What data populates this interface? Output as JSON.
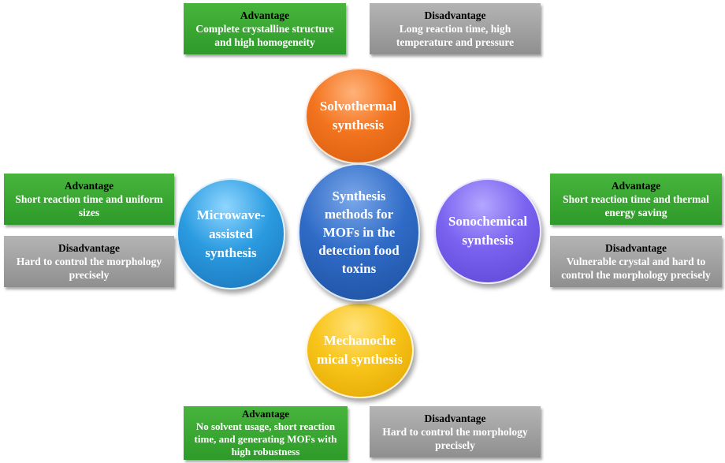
{
  "center": {
    "label": "Synthesis methods for MOFs in the detection food toxins"
  },
  "methods": {
    "solvothermal": {
      "label": "Solvothermal synthesis",
      "advantage": {
        "head": "Advantage",
        "text": "Complete crystalline structure and high homogeneity"
      },
      "disadvantage": {
        "head": "Disadvantage",
        "text": "Long reaction time, high temperature and pressure"
      }
    },
    "microwave": {
      "label": "Microwave-assisted synthesis",
      "advantage": {
        "head": "Advantage",
        "text": "Short reaction time and uniform sizes"
      },
      "disadvantage": {
        "head": "Disadvantage",
        "text": "Hard to control the morphology precisely"
      }
    },
    "sonochemical": {
      "label": "Sonochemical synthesis",
      "advantage": {
        "head": "Advantage",
        "text": "Short reaction time and thermal energy saving"
      },
      "disadvantage": {
        "head": "Disadvantage",
        "text": "Vulnerable crystal and hard to control the morphology precisely"
      }
    },
    "mechanochemical": {
      "label": "Mechanoche mical synthesis",
      "advantage": {
        "head": "Advantage",
        "text": "No solvent usage, short reaction time, and generating MOFs with high robustness"
      },
      "disadvantage": {
        "head": "Disadvantage",
        "text": "Hard to control the morphology precisely"
      }
    }
  },
  "colors": {
    "advantage": "#3aa833",
    "disadvantage": "#a3a3a3",
    "solvothermal": "#f3741f",
    "microwave": "#2b9be0",
    "center": "#2f6bc7",
    "sonochemical": "#7b63f0",
    "mechanochemical": "#f8c41a"
  }
}
